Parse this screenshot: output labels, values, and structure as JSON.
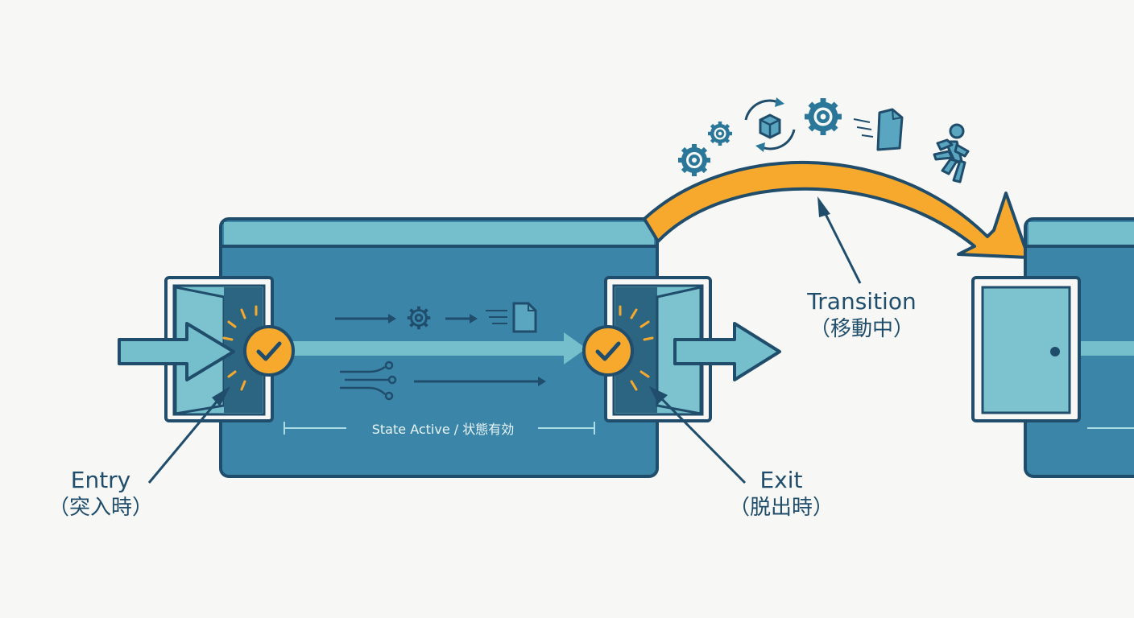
{
  "labels": {
    "entry": {
      "title": "Entry",
      "subtitle": "（突入時）"
    },
    "exit": {
      "title": "Exit",
      "subtitle": "（脱出時）"
    },
    "transition": {
      "title": "Transition",
      "subtitle": "（移動中）"
    },
    "state_active": "State Active / 状態有効"
  },
  "colors": {
    "background": "#f7f8f5",
    "state_box": "#3a85a8",
    "state_header": "#74bfcb",
    "outline": "#1f4d6b",
    "accent_arrow": "#f6a92d",
    "check_badge": "#f6a92d",
    "door_light": "#7cc3cf"
  },
  "icons": [
    "gear-icon",
    "cycle-package-icon",
    "document-icon",
    "running-person-icon",
    "check-icon",
    "door-icon",
    "network-icon"
  ]
}
